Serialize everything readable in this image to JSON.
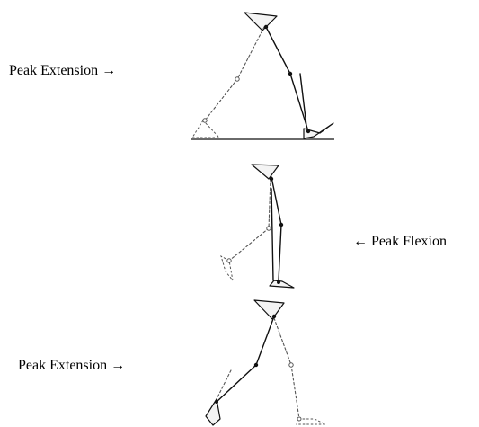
{
  "labels": {
    "top": "Peak Extension →",
    "middle": "← Peak Flexion",
    "bottom": "Peak Extension →"
  },
  "colors": {
    "ink": "#111111",
    "dashed_limb": "#555555",
    "background": "#ffffff"
  },
  "figures": [
    {
      "name": "peak-extension-top",
      "label": "labels.top"
    },
    {
      "name": "peak-flexion-middle",
      "label": "labels.middle"
    },
    {
      "name": "peak-extension-bottom",
      "label": "labels.bottom"
    }
  ]
}
